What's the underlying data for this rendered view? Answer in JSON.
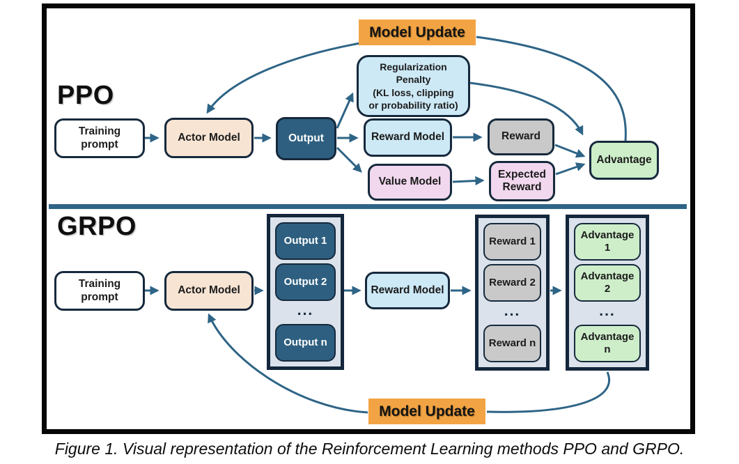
{
  "figure": {
    "caption": "Figure 1. Visual representation of the Reinforcement Learning methods PPO and GRPO."
  },
  "colors": {
    "steel": "#2E6486",
    "ink": "#16293C",
    "orange": "#F2A444",
    "peach": "#F7E4D3",
    "lightblue": "#CDE9F6",
    "pink": "#F1D8EE",
    "gray": "#C9C9C9",
    "green": "#CDEEC9",
    "darkblue": "#2E5F80",
    "panel": "#DBE2EB"
  },
  "ppo": {
    "label": "PPO",
    "model_update": "Model Update",
    "training_prompt": "Training prompt",
    "actor_model": "Actor Model",
    "output": "Output",
    "reg_lines": [
      "Regularization",
      "Penalty",
      "(KL loss, clipping",
      "or probability ratio)"
    ],
    "reward_model": "Reward Model",
    "value_model": "Value Model",
    "reward": "Reward",
    "expected_reward": "Expected Reward",
    "advantage": "Advantage"
  },
  "grpo": {
    "label": "GRPO",
    "training_prompt": "Training prompt",
    "actor_model": "Actor Model",
    "outputs": [
      "Output 1",
      "Output 2",
      "...",
      "Output n"
    ],
    "reward_model": "Reward Model",
    "rewards": [
      "Reward 1",
      "Reward 2",
      "...",
      "Reward n"
    ],
    "advantages": [
      "Advantage 1",
      "Advantage 2",
      "...",
      "Advantage n"
    ],
    "model_update": "Model Update"
  }
}
